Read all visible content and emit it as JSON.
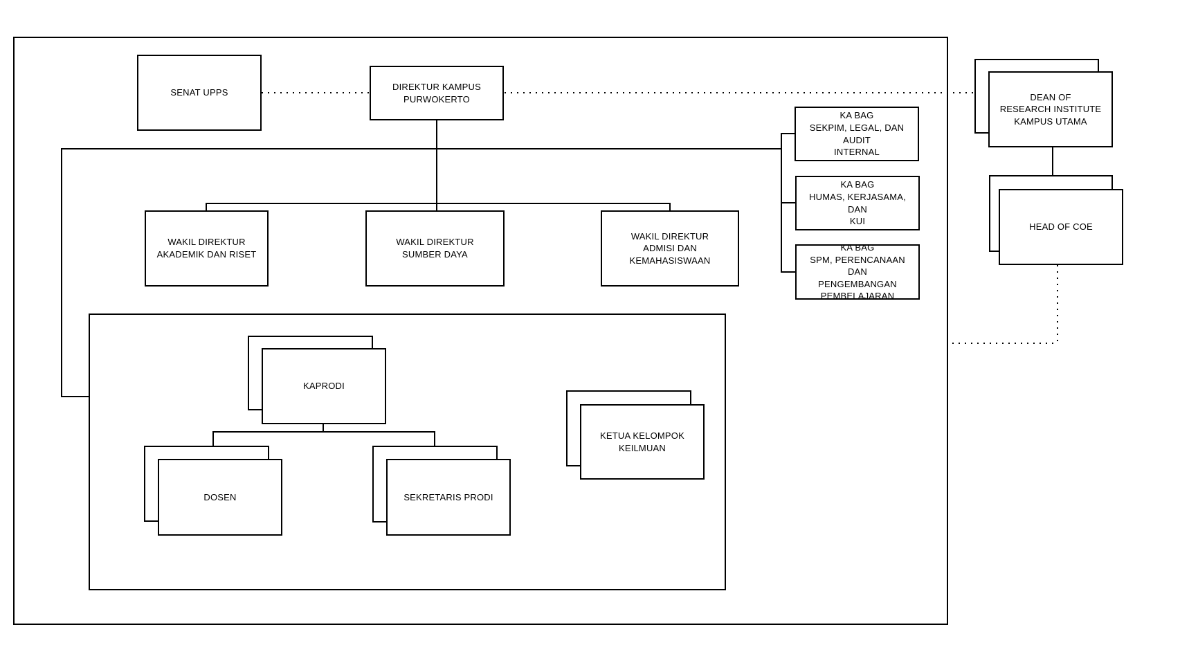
{
  "diagram": {
    "type": "org-chart",
    "colors": {
      "background": "#ffffff",
      "line": "#000000",
      "text": "#000000"
    }
  },
  "nodes": {
    "senat": {
      "label": "SENAT UPPS",
      "stacked": false
    },
    "direktur": {
      "label": "DIREKTUR KAMPUS\nPURWOKERTO",
      "stacked": false
    },
    "wakil_akademik": {
      "label": "WAKIL DIREKTUR\nAKADEMIK DAN RISET",
      "stacked": false
    },
    "wakil_sumber": {
      "label": "WAKIL DIREKTUR\nSUMBER DAYA",
      "stacked": false
    },
    "wakil_admisi": {
      "label": "WAKIL DIREKTUR\nADMISI DAN KEMAHASISWAAN",
      "stacked": false
    },
    "kabag_sekpim": {
      "label": "KA BAG\nSEKPIM, LEGAL, DAN AUDIT\nINTERNAL",
      "stacked": false
    },
    "kabag_humas": {
      "label": "KA BAG\nHUMAS, KERJASAMA, DAN\nKUI",
      "stacked": false
    },
    "kabag_spm": {
      "label": "KA BAG\nSPM, PERENCANAAN DAN\nPENGEMBANGAN\nPEMBELAJARAN",
      "stacked": false
    },
    "dean": {
      "label": "DEAN OF\nRESEARCH INSTITUTE\nKAMPUS UTAMA",
      "stacked": true
    },
    "head_coe": {
      "label": "HEAD OF COE",
      "stacked": true
    },
    "kaprodi": {
      "label": "KAPRODI",
      "stacked": true
    },
    "dosen": {
      "label": "DOSEN",
      "stacked": true
    },
    "sekretaris": {
      "label": "SEKRETARIS PRODI",
      "stacked": true
    },
    "ketua": {
      "label": "KETUA KELOMPOK\nKEILMUAN",
      "stacked": true
    }
  }
}
